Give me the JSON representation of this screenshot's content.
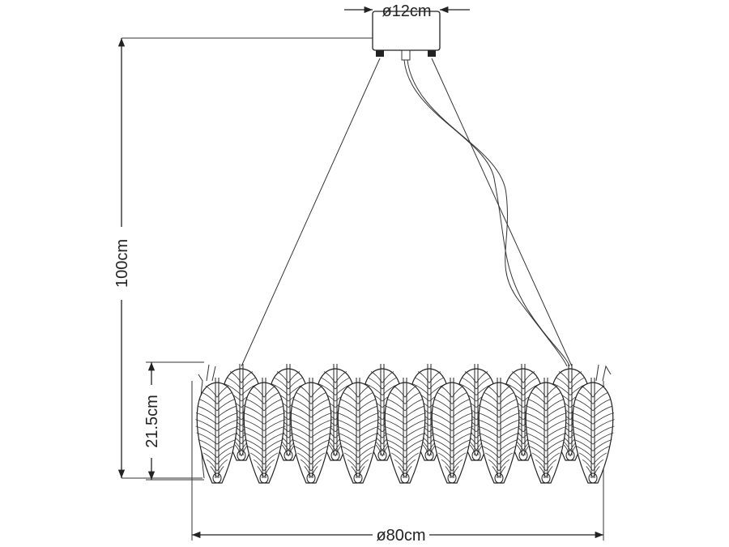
{
  "drawing": {
    "title": "Feather pendant chandelier dimension drawing",
    "dimensions": {
      "canopy_diameter": "ø12cm",
      "total_height": "100cm",
      "body_height": "21.5cm",
      "body_diameter": "ø80cm"
    },
    "feather_count_front": 9,
    "feather_count_back": 8,
    "line_color": "#222222"
  }
}
